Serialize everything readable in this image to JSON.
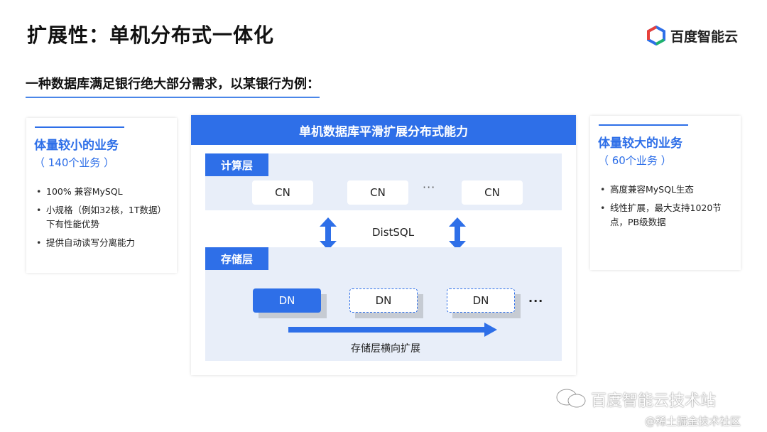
{
  "header": {
    "title": "扩展性：单机分布式一体化",
    "logo_text": "百度智能云"
  },
  "subtitle": "一种数据库满足银行绝大部分需求，以某银行为例：",
  "left_card": {
    "title": "体量较小的业务",
    "sub": "（ 140个业务 ）",
    "bullets": [
      "100% 兼容MySQL",
      "小规格（例如32核，1T数据）下有性能优势",
      "提供自动读写分离能力"
    ]
  },
  "right_card": {
    "title": "体量较大的业务",
    "sub": "（ 60个业务 ）",
    "bullets": [
      "高度兼容MySQL生态",
      "线性扩展，最大支持1020节点，PB级数据"
    ]
  },
  "diagram": {
    "header": "单机数据库平滑扩展分布式能力",
    "compute_layer": {
      "label": "计算层",
      "nodes": [
        "CN",
        "CN",
        "CN"
      ],
      "ellipsis": "···"
    },
    "link_label": "DistSQL",
    "storage_layer": {
      "label": "存储层",
      "nodes": [
        "DN",
        "DN",
        "DN"
      ],
      "ellipsis": "···",
      "scale_label": "存储层横向扩展"
    }
  },
  "watermark": {
    "line1": "百度智能云技术站",
    "line2": "@稀土掘金技术社区"
  },
  "colors": {
    "accent": "#2e6fe8",
    "layer_bg": "#e8eef9"
  }
}
